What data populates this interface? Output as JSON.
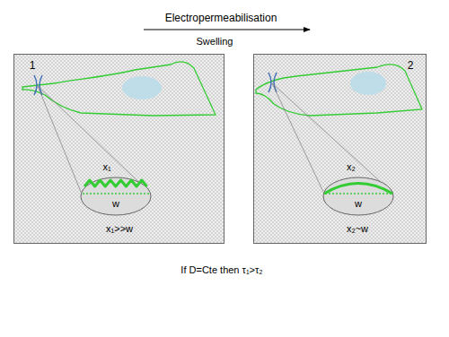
{
  "diagram": {
    "nodes": [
      {
        "text": [
          "1"
        ]
      },
      {
        "text": [
          "x₁",
          "w"
        ],
        "in": 0
      },
      {
        "text": [
          "2"
        ]
      },
      {
        "text": [
          "x₂",
          "w"
        ],
        "in": 2
      }
    ],
    "labels": [
      "Electropermeabilisation",
      "Swelling",
      "x₁>>w",
      "x₂~w",
      "If D=Cte then τ₁>τ₂"
    ]
  }
}
